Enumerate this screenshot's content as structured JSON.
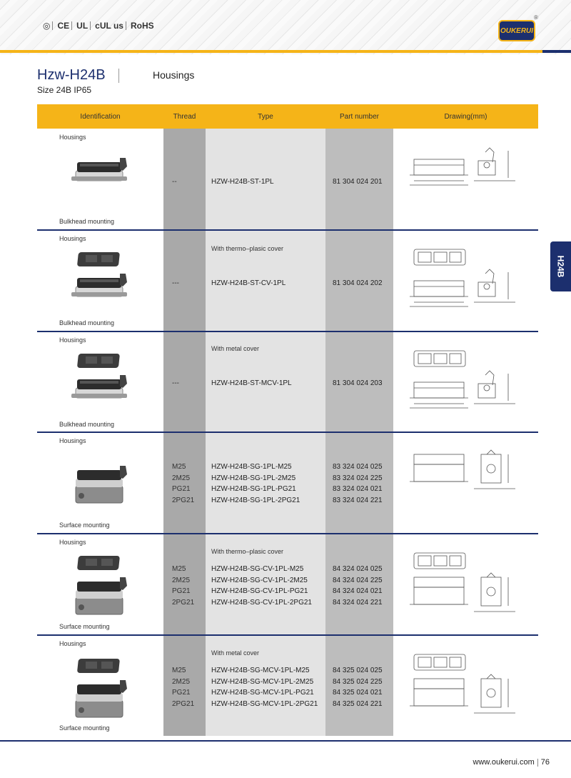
{
  "header": {
    "certifications": [
      "CE",
      "UL",
      "cUL us",
      "RoHS"
    ],
    "logo_text": "OUKERUI",
    "accent_color": "#f5b418",
    "brand_color": "#1c2f6e"
  },
  "page": {
    "title": "Hzw-H24B",
    "subtitle": "Size 24B  IP65",
    "section": "Housings",
    "side_tab": "H24B"
  },
  "table": {
    "headers": [
      "Identification",
      "Thread",
      "Type",
      "Part number",
      "Drawing(mm)"
    ],
    "rows": [
      {
        "label_top": "Housings",
        "label_bottom": "Bulkhead mounting",
        "note": "",
        "threads": [
          "--"
        ],
        "types": [
          "HZW-H24B-ST-1PL"
        ],
        "parts": [
          "81 304 024 201"
        ]
      },
      {
        "label_top": "Housings",
        "label_bottom": "Bulkhead mounting",
        "note": "With thermo–plasic cover",
        "threads": [
          "---"
        ],
        "types": [
          "HZW-H24B-ST-CV-1PL"
        ],
        "parts": [
          "81 304 024 202"
        ]
      },
      {
        "label_top": "Housings",
        "label_bottom": "Bulkhead mounting",
        "note": "With metal cover",
        "threads": [
          "---"
        ],
        "types": [
          "HZW-H24B-ST-MCV-1PL"
        ],
        "parts": [
          "81 304 024 203"
        ]
      },
      {
        "label_top": "Housings",
        "label_bottom": "Surface mounting",
        "note": "",
        "threads": [
          "M25",
          "2M25",
          "PG21",
          "2PG21"
        ],
        "types": [
          "HZW-H24B-SG-1PL-M25",
          "HZW-H24B-SG-1PL-2M25",
          "HZW-H24B-SG-1PL-PG21",
          "HZW-H24B-SG-1PL-2PG21"
        ],
        "parts": [
          "83 324 024 025",
          "83 324 024 225",
          "83 324 024 021",
          "83 324 024 221"
        ]
      },
      {
        "label_top": "Housings",
        "label_bottom": "Surface mounting",
        "note": "With thermo–plasic cover",
        "threads": [
          "M25",
          "2M25",
          "PG21",
          "2PG21"
        ],
        "types": [
          "HZW-H24B-SG-CV-1PL-M25",
          "HZW-H24B-SG-CV-1PL-2M25",
          "HZW-H24B-SG-CV-1PL-PG21",
          "HZW-H24B-SG-CV-1PL-2PG21"
        ],
        "parts": [
          "84 324 024 025",
          "84 324 024 225",
          "84 324 024 021",
          "84 324 024 221"
        ]
      },
      {
        "label_top": "Housings",
        "label_bottom": "Surface mounting",
        "note": "With metal cover",
        "threads": [
          "M25",
          "2M25",
          "PG21",
          "2PG21"
        ],
        "types": [
          "HZW-H24B-SG-MCV-1PL-M25",
          "HZW-H24B-SG-MCV-1PL-2M25",
          "HZW-H24B-SG-MCV-1PL-PG21",
          "HZW-H24B-SG-MCV-1PL-2PG21"
        ],
        "parts": [
          "84 325 024 025",
          "84 325 024 225",
          "84 325 024 021",
          "84 325 024 221"
        ]
      }
    ]
  },
  "footer": {
    "website": "www.oukerui.com",
    "page_number": "76"
  }
}
